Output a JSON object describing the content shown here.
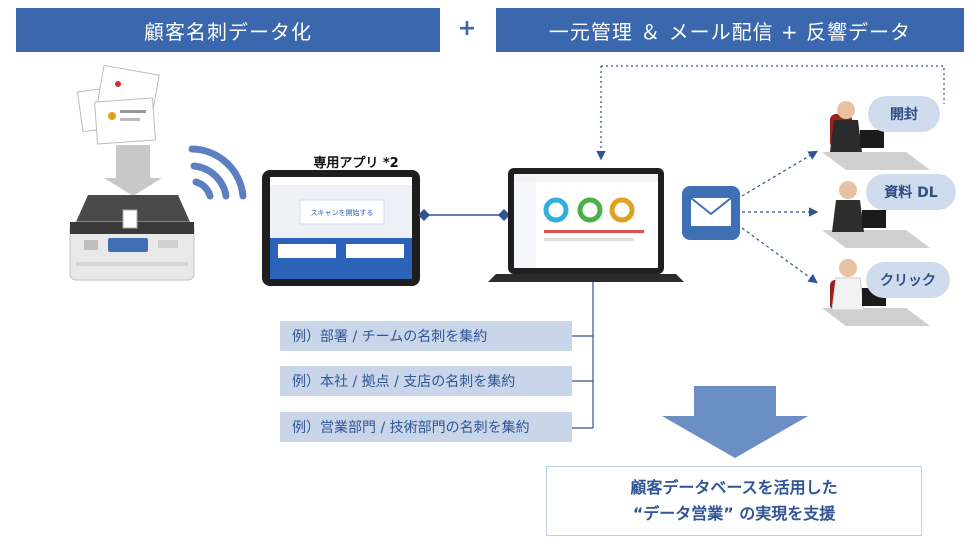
{
  "header": {
    "left_title": "顧客名刺データ化",
    "plus": "+",
    "right_title": "一元管理 ＆ メール配信 + 反響データ"
  },
  "app_label": "専用アプリ *2",
  "examples": [
    "例）部署 / チームの名刺を集約",
    "例）本社 / 拠点 / 支店の名刺を集約",
    "例）営業部門 / 技術部門の名刺を集約"
  ],
  "reactions": [
    "開封",
    "資料 DL",
    "クリック"
  ],
  "result": {
    "line1": "顧客データベースを活用した",
    "line2": "“データ営業” の実現を支援"
  },
  "tablet_screen": {
    "scan_button": "スキャンを開始する"
  },
  "colors": {
    "banner": "#3a67ad",
    "example_bg": "#c9d6ea",
    "bubble_bg": "#cfdcee",
    "arrow": "#6b8ec4",
    "connector": "#2f5597"
  }
}
